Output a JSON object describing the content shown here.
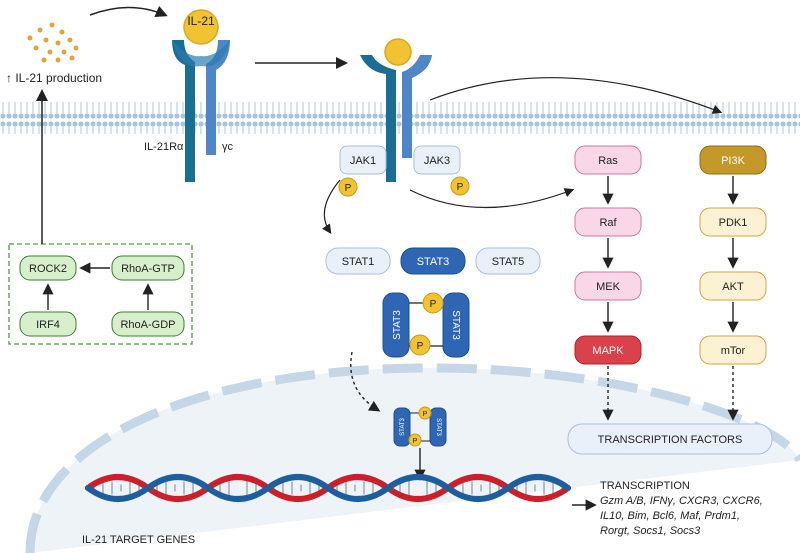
{
  "ligand": {
    "il21": "IL-21"
  },
  "receptor": {
    "alpha": "IL-21Rα",
    "gamma": "γc"
  },
  "production": {
    "label": "↑ IL-21 production"
  },
  "kinases": {
    "jak1": "JAK1",
    "jak3": "JAK3",
    "phospho": "P"
  },
  "stats": {
    "stat1": "STAT1",
    "stat3": "STAT3",
    "stat5": "STAT5",
    "dimer_label": "STAT3"
  },
  "rock_box": {
    "rock2": "ROCK2",
    "rhoa_gtp": "RhoA-GTP",
    "irf4": "IRF4",
    "rhoa_gdp": "RhoA-GDP"
  },
  "mapk_path": {
    "ras": "Ras",
    "raf": "Raf",
    "mek": "MEK",
    "mapk": "MAPK"
  },
  "pi3k_path": {
    "pi3k": "PI3K",
    "pdk1": "PDK1",
    "akt": "AKT",
    "mtor": "mTor"
  },
  "nucleus": {
    "tf": "TRANSCRIPTION FACTORS",
    "target_genes": "IL-21 TARGET GENES",
    "transcription_title": "TRANSCRIPTION",
    "genes_line1": "Gzm A/B, IFNγ, CXCR3, CXCR6,",
    "genes_line2": "IL10, Bim, Bcl6, Maf, Prdm1,",
    "genes_line3": "Rorgt,  Socs1, Socs3"
  },
  "colors": {
    "membrane": "#b9d1e6",
    "receptor_dark": "#1a6e93",
    "receptor_light": "#4f86c8",
    "gold": "#f1c232",
    "stat3": "#2f66b3",
    "green_box": "#d8efcc",
    "ras_pink": "#f9d6e8",
    "mapk_red": "#d9414b",
    "pi3k_brown": "#c4992a",
    "pi3k_light": "#fbf2d4",
    "dna_red": "#c9202b",
    "dna_blue": "#1f5e9e"
  }
}
